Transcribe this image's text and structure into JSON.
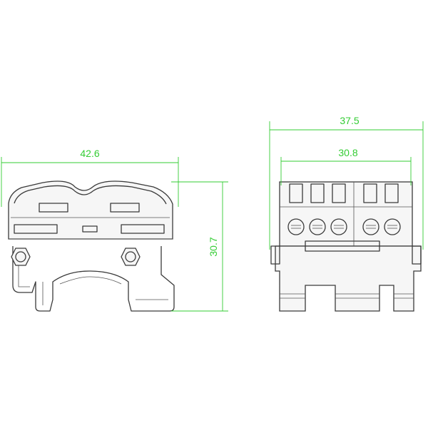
{
  "colors": {
    "dimension": "#33cc33",
    "outline": "#3a3a3a"
  },
  "dimensions": {
    "side_width": "42.6",
    "side_height": "30.7",
    "front_overall_width": "37.5",
    "front_inner_width": "30.8"
  }
}
